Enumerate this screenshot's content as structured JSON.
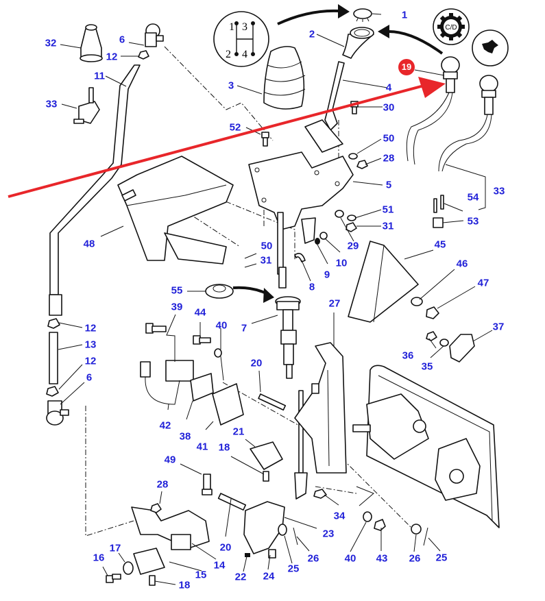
{
  "diagram": {
    "title": "Gear lever / shift linkage exploded parts diagram",
    "label_color": "#2020d8",
    "highlight": {
      "label": "19",
      "color": "#e8262a",
      "arrow_color": "#e8262a"
    },
    "gear_pattern_icon": {
      "positions": [
        "1",
        "3",
        "2",
        "4"
      ]
    },
    "cd_icon_text": "C/D",
    "hare_icon": "hare-speed-icon",
    "callouts": [
      {
        "id": "1",
        "label": "1"
      },
      {
        "id": "2",
        "label": "2"
      },
      {
        "id": "3",
        "label": "3"
      },
      {
        "id": "4",
        "label": "4"
      },
      {
        "id": "5",
        "label": "5"
      },
      {
        "id": "6a",
        "label": "6"
      },
      {
        "id": "6b",
        "label": "6"
      },
      {
        "id": "7",
        "label": "7"
      },
      {
        "id": "8",
        "label": "8"
      },
      {
        "id": "9",
        "label": "9"
      },
      {
        "id": "10",
        "label": "10"
      },
      {
        "id": "11",
        "label": "11"
      },
      {
        "id": "12a",
        "label": "12"
      },
      {
        "id": "12b",
        "label": "12"
      },
      {
        "id": "12c",
        "label": "12"
      },
      {
        "id": "13",
        "label": "13"
      },
      {
        "id": "14",
        "label": "14"
      },
      {
        "id": "15",
        "label": "15"
      },
      {
        "id": "16",
        "label": "16"
      },
      {
        "id": "17",
        "label": "17"
      },
      {
        "id": "18a",
        "label": "18"
      },
      {
        "id": "18b",
        "label": "18"
      },
      {
        "id": "20a",
        "label": "20"
      },
      {
        "id": "20b",
        "label": "20"
      },
      {
        "id": "21",
        "label": "21"
      },
      {
        "id": "22",
        "label": "22"
      },
      {
        "id": "23",
        "label": "23"
      },
      {
        "id": "24",
        "label": "24"
      },
      {
        "id": "25a",
        "label": "25"
      },
      {
        "id": "25b",
        "label": "25"
      },
      {
        "id": "26a",
        "label": "26"
      },
      {
        "id": "26b",
        "label": "26"
      },
      {
        "id": "27",
        "label": "27"
      },
      {
        "id": "28a",
        "label": "28"
      },
      {
        "id": "28b",
        "label": "28"
      },
      {
        "id": "29",
        "label": "29"
      },
      {
        "id": "30",
        "label": "30"
      },
      {
        "id": "31a",
        "label": "31"
      },
      {
        "id": "31b",
        "label": "31"
      },
      {
        "id": "32",
        "label": "32"
      },
      {
        "id": "33a",
        "label": "33"
      },
      {
        "id": "33b",
        "label": "33"
      },
      {
        "id": "34",
        "label": "34"
      },
      {
        "id": "35",
        "label": "35"
      },
      {
        "id": "36",
        "label": "36"
      },
      {
        "id": "37",
        "label": "37"
      },
      {
        "id": "38",
        "label": "38"
      },
      {
        "id": "39",
        "label": "39"
      },
      {
        "id": "40a",
        "label": "40"
      },
      {
        "id": "40b",
        "label": "40"
      },
      {
        "id": "41",
        "label": "41"
      },
      {
        "id": "42",
        "label": "42"
      },
      {
        "id": "43",
        "label": "43"
      },
      {
        "id": "44",
        "label": "44"
      },
      {
        "id": "45",
        "label": "45"
      },
      {
        "id": "46",
        "label": "46"
      },
      {
        "id": "47",
        "label": "47"
      },
      {
        "id": "48",
        "label": "48"
      },
      {
        "id": "49",
        "label": "49"
      },
      {
        "id": "50a",
        "label": "50"
      },
      {
        "id": "50b",
        "label": "50"
      },
      {
        "id": "51",
        "label": "51"
      },
      {
        "id": "52",
        "label": "52"
      },
      {
        "id": "53",
        "label": "53"
      },
      {
        "id": "54",
        "label": "54"
      },
      {
        "id": "55",
        "label": "55"
      }
    ]
  }
}
